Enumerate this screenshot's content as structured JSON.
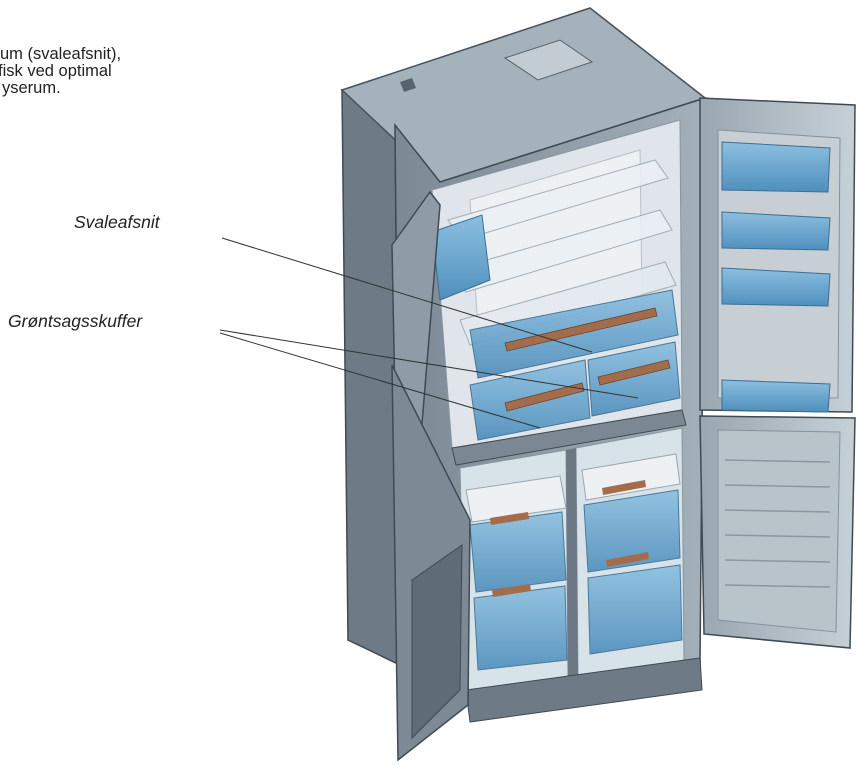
{
  "intro_text": {
    "line1": "um (svaleafsnit),",
    "line2": "fisk  ved  optimal",
    "line3": "yserum."
  },
  "callouts": {
    "cool_section": "Svaleafsnit",
    "vegetable_drawers": "Grøntsagsskuffer"
  },
  "colors": {
    "cabinet": "#8e9ba6",
    "cabinet_dark": "#5c6873",
    "cabinet_light": "#b7c3cc",
    "interior": "#dfe5ea",
    "blue_part": "#5d9cc6",
    "handle": "#a36d4c"
  }
}
